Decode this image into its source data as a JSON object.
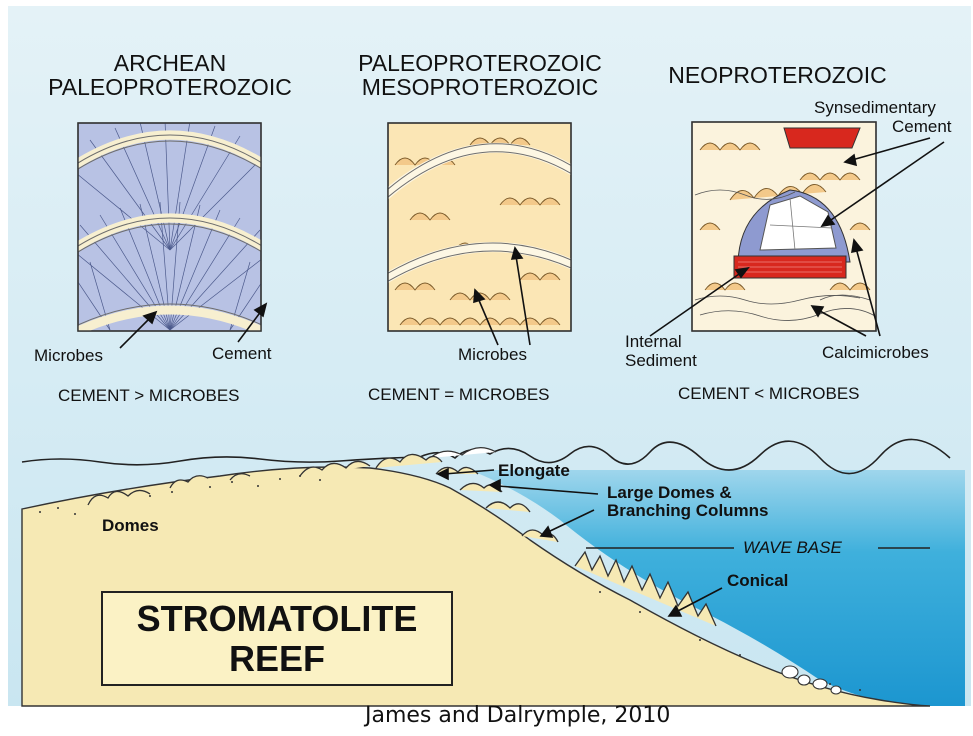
{
  "panels": [
    {
      "title_line1": "ARCHEAN",
      "title_line2": "PALEOPROTEROZOIC",
      "label_left": "Microbes",
      "label_right": "Cement",
      "relation": "CEMENT > MICROBES"
    },
    {
      "title_line1": "PALEOPROTEROZOIC",
      "title_line2": "MESOPROTEROZOIC",
      "label": "Microbes",
      "relation": "CEMENT = MICROBES"
    },
    {
      "title": "NEOPROTEROZOIC",
      "label_synsed_1": "Synsedimentary",
      "label_synsed_2": "Cement",
      "label_internal_1": "Internal",
      "label_internal_2": "Sediment",
      "label_calci": "Calcimicrobes",
      "relation": "CEMENT < MICROBES"
    }
  ],
  "profile": {
    "domes": "Domes",
    "elongate": "Elongate",
    "large_domes_1": "Large Domes &",
    "large_domes_2": "Branching Columns",
    "wave_base": "WAVE BASE",
    "conical": "Conical",
    "title_line1": "STROMATOLITE",
    "title_line2": "REEF"
  },
  "credit": "James and Dalrymple, 2010",
  "colors": {
    "sky": "#d8ecf4",
    "water": "#2ea8d8",
    "sediment": "#f6e9b4",
    "cement_fan": "#9aa6d0",
    "microbe_fill": "#f3c98a",
    "red_cement": "#d8281e"
  }
}
